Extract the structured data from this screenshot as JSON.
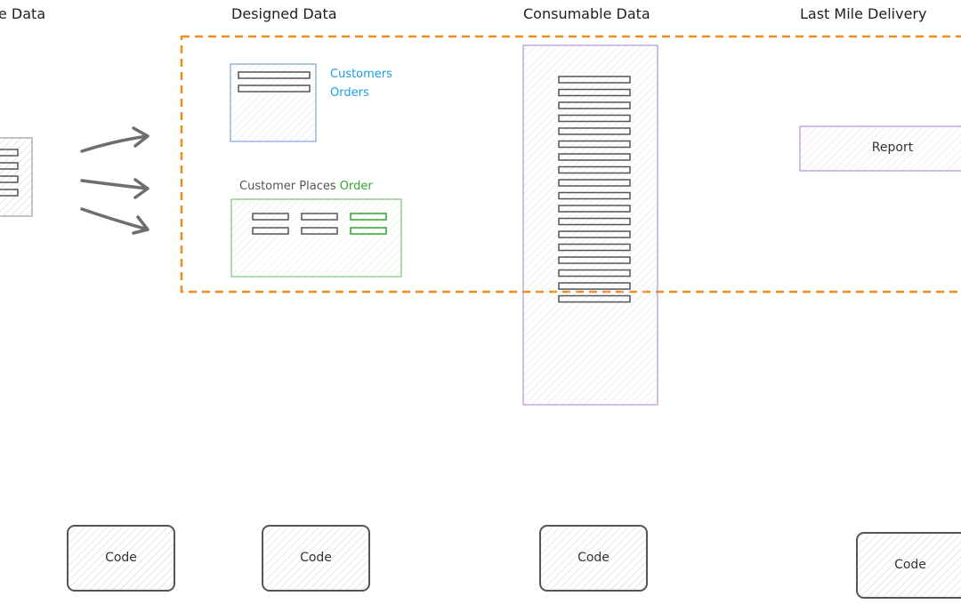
{
  "columns": {
    "source": "e Data",
    "designed": "Designed Data",
    "consumable": "Consumable Data",
    "last_mile": "Last Mile Delivery"
  },
  "entity_box": {
    "line1": "Customers",
    "line2": "Orders",
    "color": "#1a9fe0"
  },
  "relation_box": {
    "prefix": "Customer Places ",
    "highlight": "Order",
    "highlight_color": "#2fa52f"
  },
  "report_label": "Report",
  "code_labels": [
    "Code",
    "Code",
    "Code",
    "Code"
  ],
  "colors": {
    "dashed_border": "#f08c1a",
    "blue_box": "#6b8fd6",
    "green_box": "#5cb85c",
    "purple_box": "#a77ec9",
    "arrow": "#6e6e6e"
  }
}
